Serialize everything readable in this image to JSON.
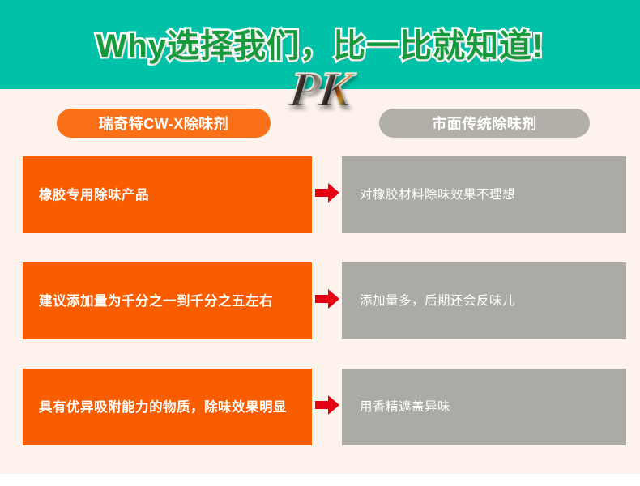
{
  "header": {
    "title": "Why选择我们，比一比就知道!",
    "badge": "PK",
    "bg_color": "#00c2a8",
    "title_color": "#159b3c"
  },
  "columns": {
    "left_label": "瑞奇特CW-X除味剂",
    "right_label": "市面传统除味剂",
    "left_color": "#fa7019",
    "right_color": "#b2afa8"
  },
  "arrow": {
    "icon": "arrow-right-icon",
    "color": "#e60012"
  },
  "rows": [
    {
      "left": "橡胶专用除味产品",
      "right": "对橡胶材料除味效果不理想"
    },
    {
      "left": "建议添加量为千分之一到千分之五左右",
      "right": "添加量多，后期还会反味儿"
    },
    {
      "left": "具有优异吸附能力的物质，除味效果明显",
      "right": "用香精遮盖异味"
    }
  ],
  "theme": {
    "background": "#fdf3ec",
    "left_cell_color": "#f95d00",
    "right_cell_color": "#abaaa4"
  }
}
